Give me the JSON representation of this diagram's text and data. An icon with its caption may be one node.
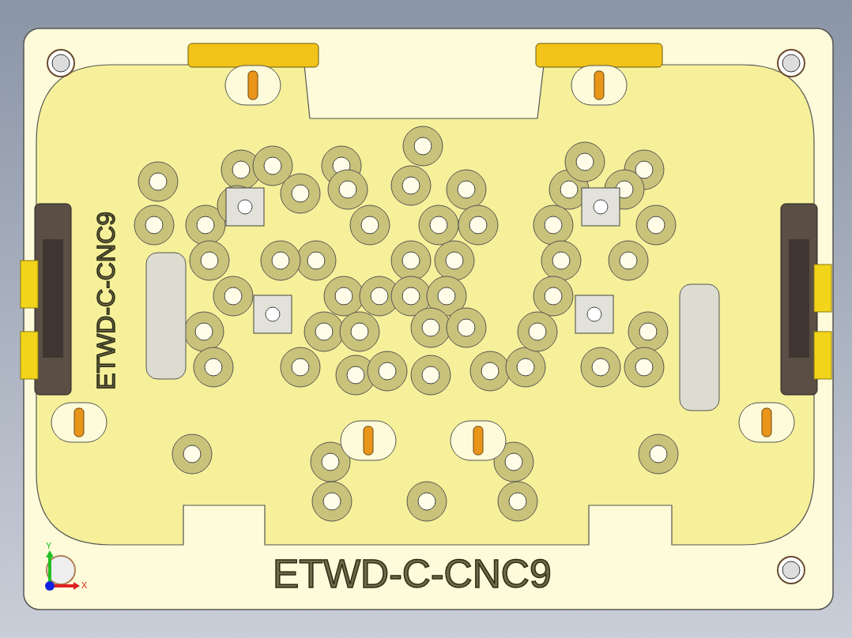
{
  "diagram": {
    "labels": [
      "ETWD-C-CNC9",
      "ETWD-C-CNC9",
      "Y",
      "X"
    ]
  }
}
